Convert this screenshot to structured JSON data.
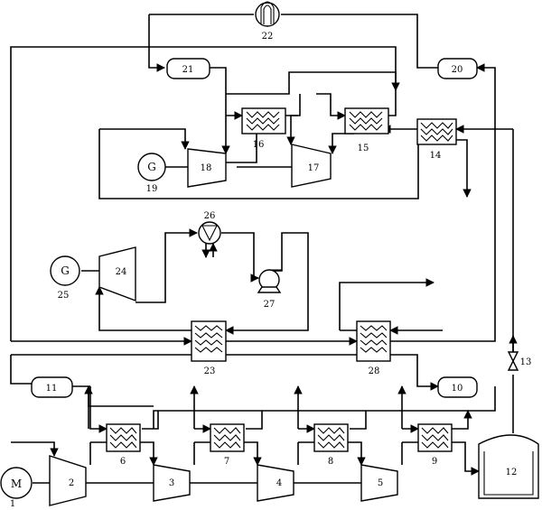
{
  "labels": {
    "m1": "1",
    "c2": "2",
    "c3": "3",
    "c4": "4",
    "c5": "5",
    "hx6": "6",
    "hx7": "7",
    "hx8": "8",
    "hx9": "9",
    "t10": "10",
    "t11": "11",
    "tank12": "12",
    "valve13": "13",
    "hx14": "14",
    "hx15": "15",
    "hx16": "16",
    "turb17": "17",
    "turb18": "18",
    "gen19": "19",
    "t20": "20",
    "t21": "21",
    "cool22": "22",
    "hx23": "23",
    "turb24": "24",
    "gen25": "25",
    "cond26": "26",
    "pump27": "27",
    "hx28": "28"
  },
  "symbols": {
    "motor": "M",
    "generator19": "G",
    "generator25": "G"
  },
  "icons": {
    "heat_exchanger": "heat-exchanger-icon",
    "compressor": "compressor-icon",
    "turbine": "turbine-icon",
    "tank": "storage-tank-icon",
    "valve": "valve-icon",
    "pump": "pump-icon",
    "cooler": "cooler-icon"
  }
}
